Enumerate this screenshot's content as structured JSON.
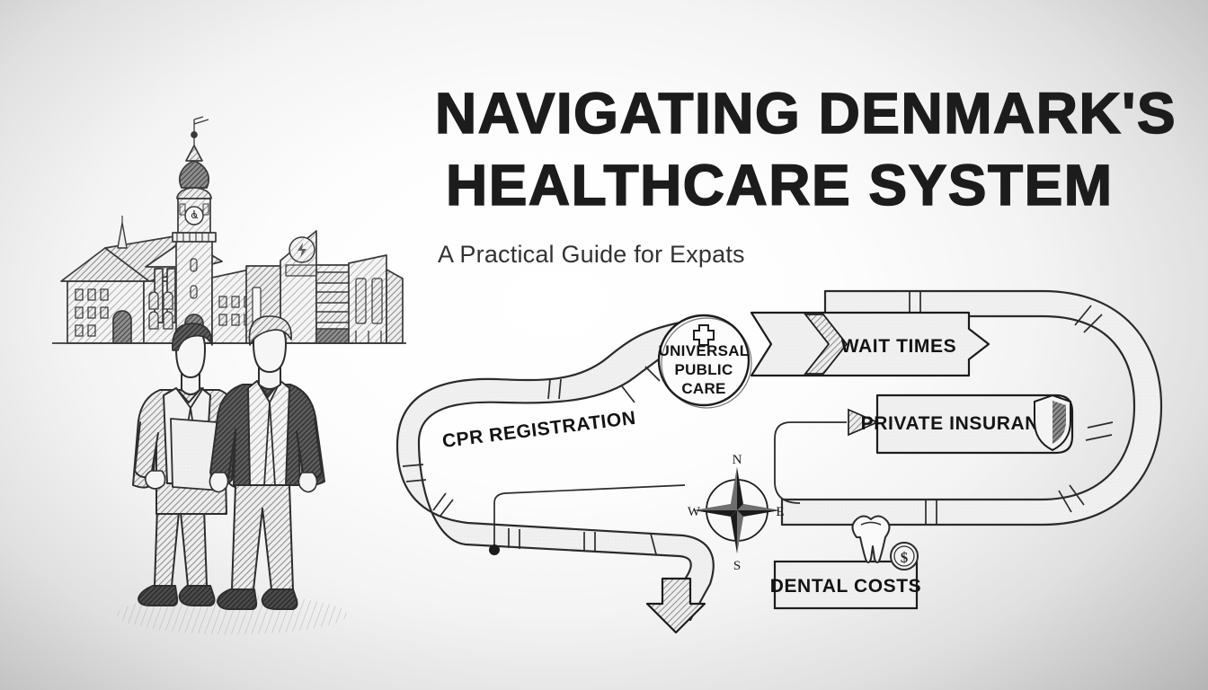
{
  "meta": {
    "kind": "hand-drawn-infographic",
    "orientation": "landscape"
  },
  "header": {
    "title_line1": "NAVIGATING DENMARK'S",
    "title_line2": "HEALTHCARE SYSTEM",
    "subtitle": "A Practical Guide for Expats"
  },
  "colors": {
    "ink": "#1c1c1c",
    "road_fill": "#f0f0f0",
    "road_stroke": "#2b2b2b",
    "sketch_gray": "#8a8a8a",
    "background_center": "#ffffff",
    "background_corner": "#a9a9a9"
  },
  "illustration": {
    "skyline_name": "city-skyline-sketch",
    "buildings": [
      "historic-hall",
      "clock-tower-with-onion-dome",
      "low-brick-wing",
      "modern-hospital-block",
      "glass-office-block"
    ],
    "people": [
      {
        "name": "expat-holding-document",
        "holds": "paper-document"
      },
      {
        "name": "expat-standing"
      }
    ]
  },
  "roadmap": {
    "start_node": {
      "label": "CPR REGISTRATION",
      "icon": "road-segment"
    },
    "hub": {
      "label_line1": "UNIVERSAL",
      "label_line2": "PUBLIC",
      "label_line3": "CARE",
      "icon": "medical-cross-icon"
    },
    "stops": [
      {
        "label": "WAIT TIMES",
        "shape": "chevron-banner",
        "icon": "arrow-right-icon"
      },
      {
        "label": "PRIVATE INSURANCE",
        "shape": "rounded-banner",
        "icon": "shield-icon"
      },
      {
        "label": "DENTAL COSTS",
        "shape": "rectangle-banner",
        "icon": "tooth-icon",
        "icon_secondary": "dollar-coin-icon"
      }
    ],
    "end_marker": "down-arrow-icon",
    "path_dot": "route-waypoint-dot"
  },
  "compass": {
    "name": "compass-rose",
    "north": "N",
    "east": "E",
    "south": "S",
    "west": "W"
  }
}
